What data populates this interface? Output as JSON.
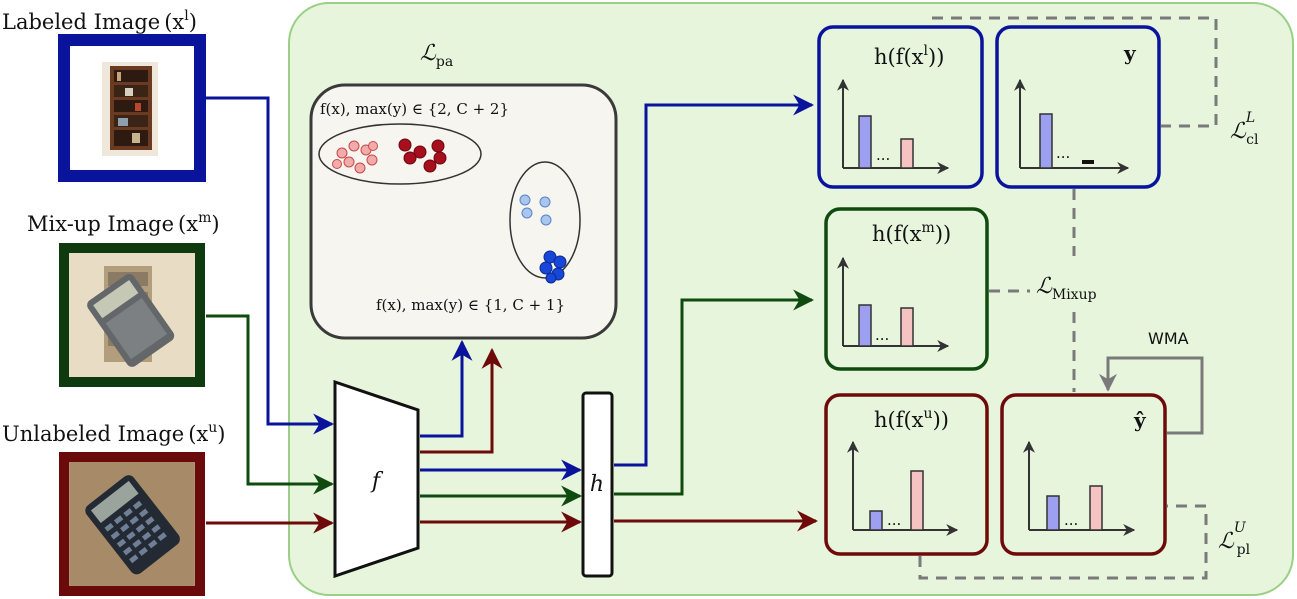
{
  "inputs": {
    "labeled": {
      "text": "Labeled Image",
      "math": "(x",
      "sup": "l",
      "close": ")",
      "frame_color": "#0a139c"
    },
    "mixup": {
      "text": "Mix-up Image",
      "math": "(x",
      "sup": "m",
      "close": ")",
      "frame_color": "#0f3a0f"
    },
    "unlabeled": {
      "text": "Unlabeled Image",
      "math": "(x",
      "sup": "u",
      "close": ")",
      "frame_color": "#6b0a0a"
    }
  },
  "encoder_label": "f",
  "head_label": "h",
  "pa_loss": {
    "L": "ℒ",
    "sub": "pa"
  },
  "pa_box": {
    "top_text": "f(x), max(y) ∈ {2, C + 2}",
    "bottom_text": "f(x), max(y) ∈ {1, C + 1}"
  },
  "outputs": {
    "labeled": {
      "title": "h(f(x",
      "sup": "l",
      "tail": "))"
    },
    "target": {
      "title": "y"
    },
    "mixup": {
      "title": "h(f(x",
      "sup": "m",
      "tail": "))"
    },
    "unlabeled": {
      "title": "h(f(x",
      "sup": "u",
      "tail": "))"
    },
    "pseudo": {
      "title": "ŷ"
    }
  },
  "losses": {
    "cl": {
      "L": "ℒ",
      "sub": "cl",
      "sup": "L"
    },
    "mixup": {
      "L": "ℒ",
      "sub": "Mixup"
    },
    "pl": {
      "L": "ℒ",
      "sub": "pl",
      "sup": "U"
    }
  },
  "wma_label": "WMA",
  "ellipsis": "...",
  "colors": {
    "labeled": "#0a139c",
    "mixup": "#0f4a0f",
    "unlabeled": "#6e0a0a",
    "panel_bg": "#e7f5dd",
    "panel_border": "#9bcf85",
    "pa_bg": "#f7f5ef",
    "bar_blue": "#9d9ff0",
    "bar_pink": "#f6c3c3",
    "dot_pink": "#f2aaaa",
    "dot_red": "#a80f1c",
    "dot_lightblue": "#a9c6ee",
    "dot_blue": "#1746d8"
  }
}
